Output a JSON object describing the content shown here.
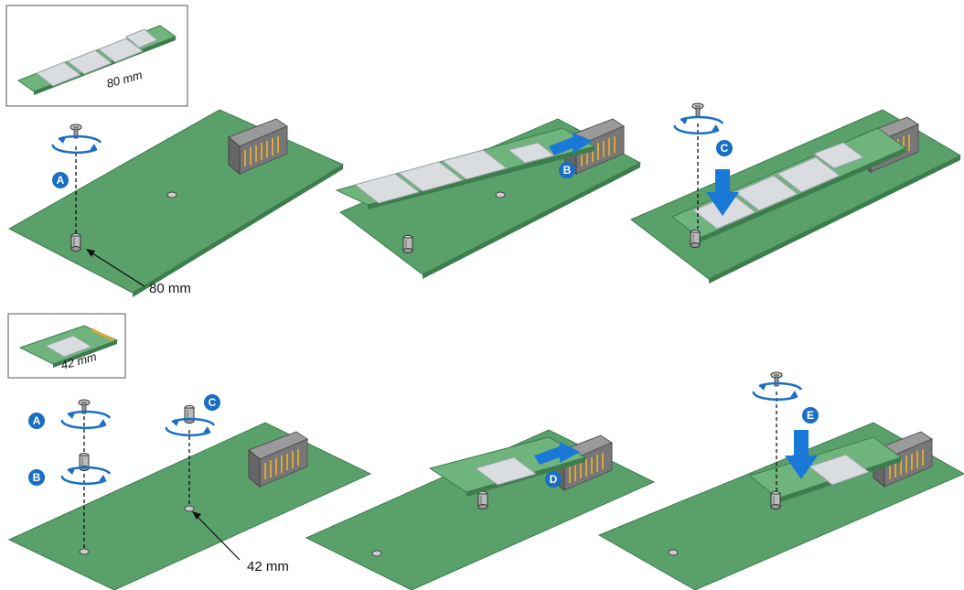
{
  "colors": {
    "board": "#5aa06a",
    "board_edge": "#3d7d4d",
    "card": "#6fb37d",
    "chip": "#d9dde0",
    "chip_edge": "#9aa3a8",
    "connector": "#8a8a8a",
    "connector_pins": "#d8a63a",
    "accent_blue": "#1a6fc4",
    "arrow_blue": "#1a78d6"
  },
  "top_row": {
    "inset_label": "80 mm",
    "standoff_label": "80 mm",
    "steps": [
      "A",
      "B",
      "C"
    ]
  },
  "bottom_row": {
    "inset_label": "42 mm",
    "standoff_label": "42 mm",
    "steps": [
      "A",
      "B",
      "C",
      "D",
      "E"
    ]
  },
  "icons": {
    "screw": "screw-icon",
    "standoff": "standoff-icon",
    "rotate": "rotate-arrow-icon",
    "insert_arrow": "insert-arrow-icon"
  }
}
